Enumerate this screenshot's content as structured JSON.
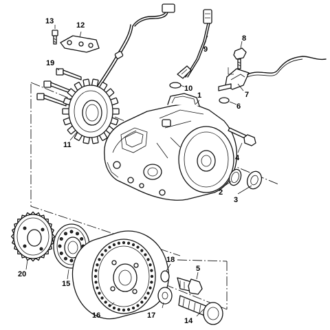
{
  "diagram": {
    "type": "exploded-parts-diagram",
    "callouts": {
      "c1": "1",
      "c2": "2",
      "c3": "3",
      "c4": "4",
      "c5": "5",
      "c6": "6",
      "c7": "7",
      "c8": "8",
      "c9": "9",
      "c10": "10",
      "c11": "11",
      "c12": "12",
      "c13": "13",
      "c14": "14",
      "c15": "15",
      "c16": "16",
      "c17": "17",
      "c18": "18",
      "c19": "19",
      "c20": "20"
    }
  }
}
